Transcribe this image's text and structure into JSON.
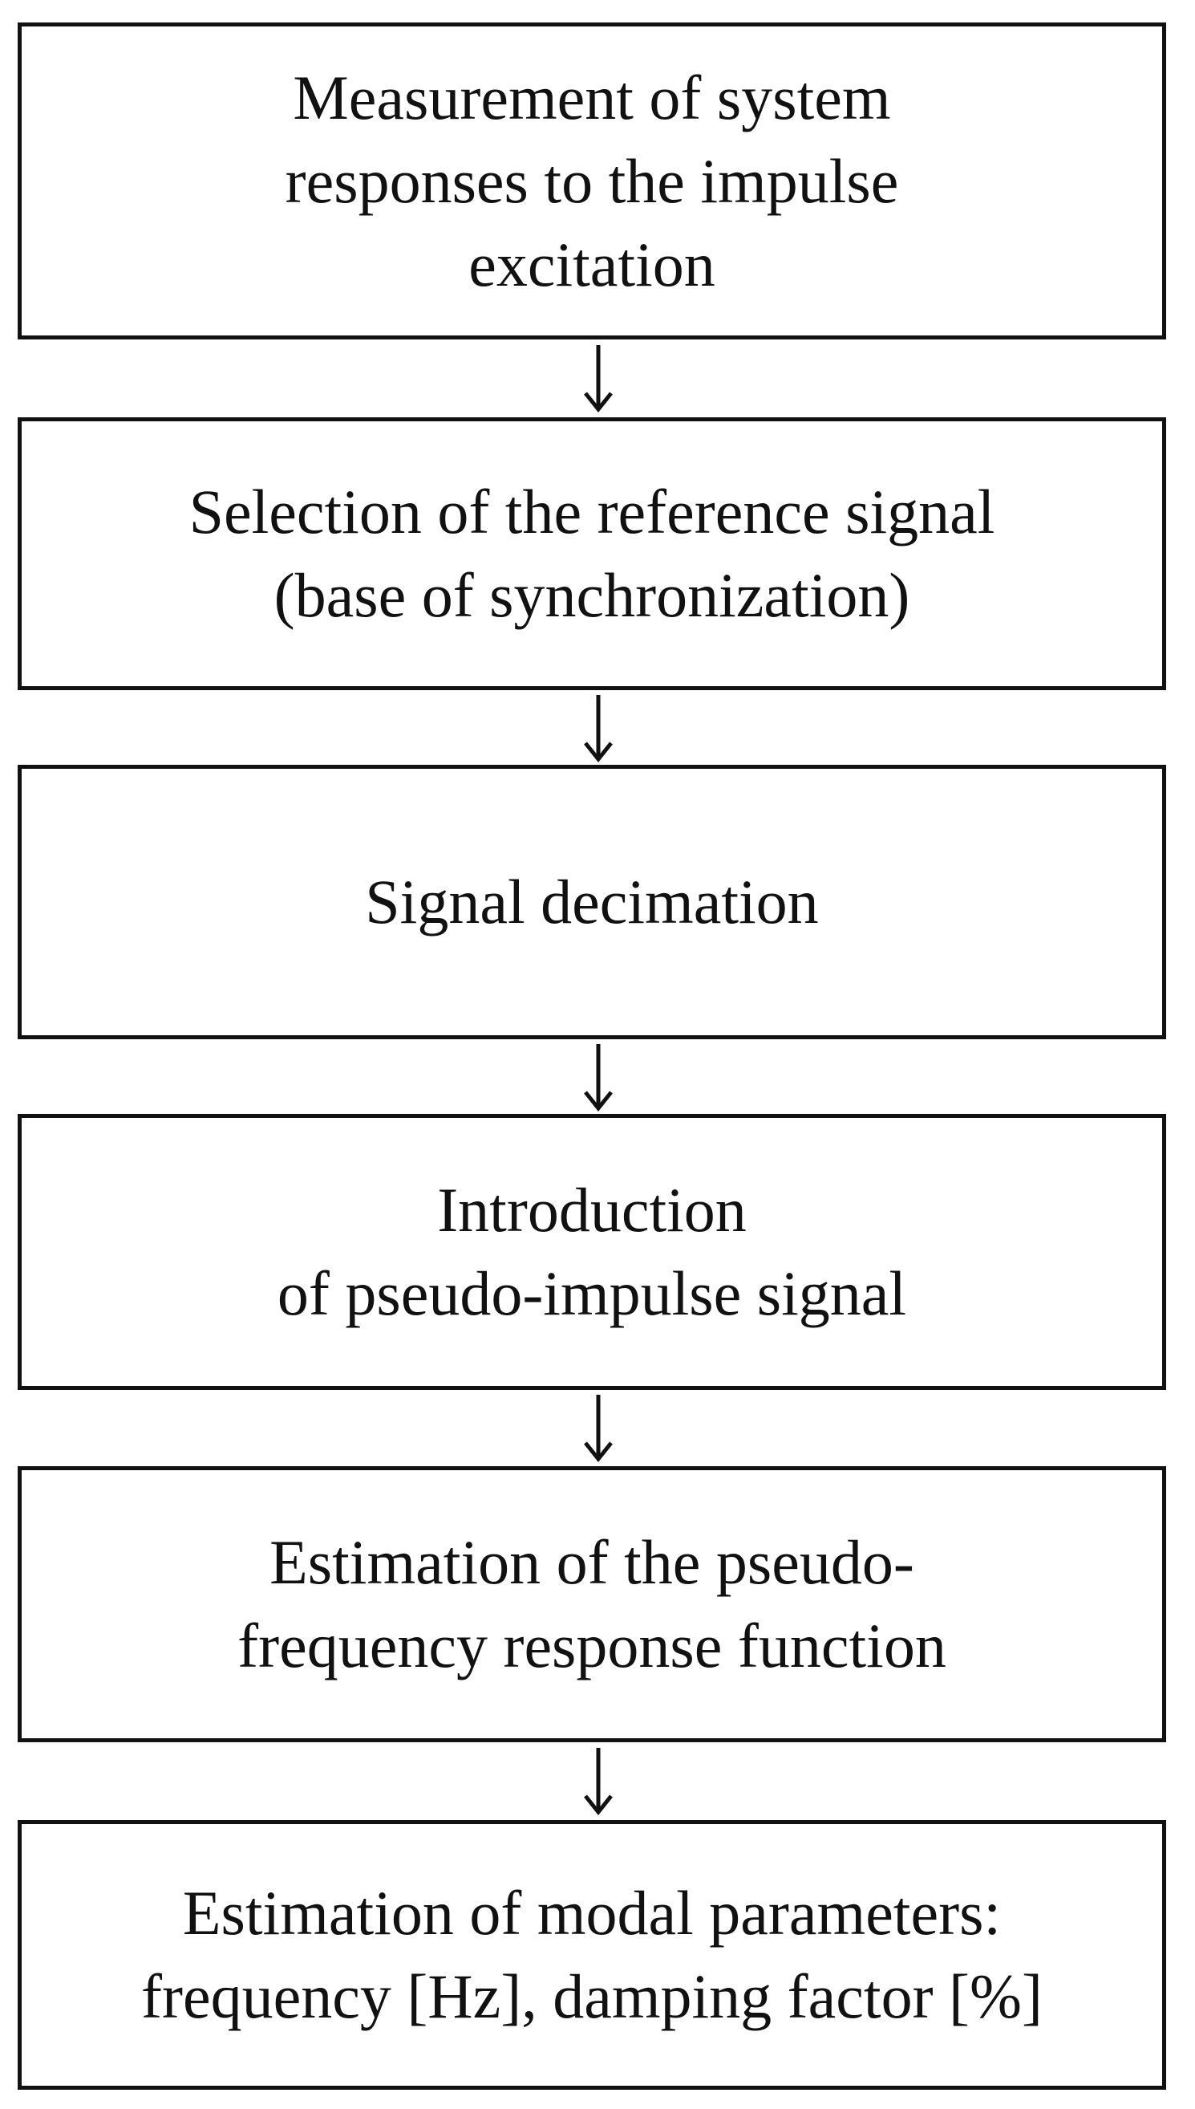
{
  "flowchart": {
    "steps": [
      {
        "lines": [
          "Measurement of system",
          "responses to the impulse",
          "excitation"
        ]
      },
      {
        "lines": [
          "Selection of the reference signal",
          "(base of synchronization)"
        ]
      },
      {
        "lines": [
          "Signal decimation"
        ]
      },
      {
        "lines": [
          "Introduction",
          "of pseudo-impulse signal"
        ]
      },
      {
        "lines": [
          "Estimation of the pseudo-",
          "frequency response function"
        ]
      },
      {
        "lines": [
          "Estimation of modal parameters:",
          "frequency [Hz], damping factor [%]"
        ]
      }
    ],
    "colors": {
      "border": "#111111",
      "text": "#111111",
      "background": "#ffffff"
    }
  }
}
